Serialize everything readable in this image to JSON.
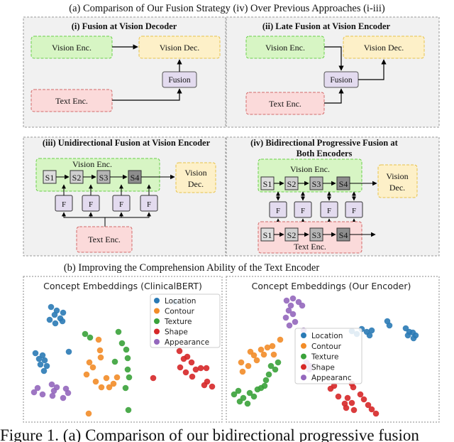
{
  "section_a": {
    "title": "(a) Comparison of Our Fusion Strategy (iv) Over Previous Approaches (i-iii)",
    "panel1": {
      "title": "(i) Fusion at Vision Decoder",
      "vision_enc": "Vision Enc.",
      "vision_dec": "Vision Dec.",
      "fusion": "Fusion",
      "text_enc": "Text Enc."
    },
    "panel2": {
      "title": "(ii) Late Fusion at Vision Encoder",
      "vision_enc": "Vision Enc.",
      "vision_dec": "Vision Dec.",
      "fusion": "Fusion",
      "text_enc": "Text Enc."
    },
    "panel3": {
      "title": "(iii) Unidirectional Fusion at Vision Encoder",
      "vision_enc": "Vision Enc.",
      "vision_dec_1": "Vision",
      "vision_dec_2": "Dec.",
      "stages": [
        "S1",
        "S2",
        "S3",
        "S4"
      ],
      "fusion_block": "F",
      "text_enc": "Text Enc."
    },
    "panel4": {
      "title_1": "(iv) Bidirectional Progressive Fusion at",
      "title_2": "Both Encoders",
      "vision_enc": "Vision Enc.",
      "vision_dec_1": "Vision",
      "vision_dec_2": "Dec.",
      "stages": [
        "S1",
        "S2",
        "S3",
        "S4"
      ],
      "fusion_block": "F",
      "text_enc": "Text Enc."
    }
  },
  "section_b": {
    "title": "(b) Improving the Comprehension Ability of the Text Encoder"
  },
  "colors": {
    "location": "#2a7ab5",
    "contour": "#f28c28",
    "texture": "#3aa23a",
    "shape": "#d62728",
    "appearance": "#9467bd"
  },
  "chart_data": [
    {
      "type": "scatter",
      "title": "Concept Embeddings (ClinicalBERT)",
      "legend": {
        "placement": "top-right",
        "entries": [
          "Location",
          "Contour",
          "Texture",
          "Shape",
          "Appearance"
        ]
      },
      "series": [
        {
          "name": "Location",
          "color": "#2a7ab5",
          "points": [
            [
              72,
              432
            ],
            [
              80,
              437
            ],
            [
              89,
              440
            ],
            [
              77,
              443
            ],
            [
              85,
              448
            ],
            [
              70,
              450
            ],
            [
              78,
              455
            ],
            [
              88,
              452
            ],
            [
              50,
              497
            ],
            [
              60,
              500
            ],
            [
              55,
              505
            ],
            [
              63,
              507
            ],
            [
              57,
              513
            ],
            [
              66,
              515
            ],
            [
              62,
              522
            ],
            [
              97,
              495
            ],
            [
              247,
              425
            ]
          ]
        },
        {
          "name": "Contour",
          "color": "#f28c28",
          "points": [
            [
              139,
              478
            ],
            [
              141,
              493
            ],
            [
              142,
              503
            ],
            [
              126,
              510
            ],
            [
              131,
              517
            ],
            [
              122,
              527
            ],
            [
              135,
              537
            ],
            [
              143,
              545
            ],
            [
              150,
              532
            ],
            [
              154,
              545
            ],
            [
              160,
              540
            ],
            [
              165,
              531
            ],
            [
              125,
              582
            ]
          ]
        },
        {
          "name": "Texture",
          "color": "#3aa23a",
          "points": [
            [
              120,
              470
            ],
            [
              127,
              475
            ],
            [
              167,
              467
            ],
            [
              172,
              483
            ],
            [
              178,
              492
            ],
            [
              180,
              504
            ],
            [
              162,
              509
            ],
            [
              180,
              520
            ],
            [
              182,
              531
            ],
            [
              177,
              546
            ],
            [
              181,
              577
            ]
          ]
        },
        {
          "name": "Shape",
          "color": "#d62728",
          "points": [
            [
              253,
              494
            ],
            [
              259,
              505
            ],
            [
              264,
              502
            ],
            [
              270,
              510
            ],
            [
              276,
              520
            ],
            [
              283,
              518
            ],
            [
              254,
              517
            ],
            [
              262,
              524
            ],
            [
              271,
              530
            ],
            [
              291,
              518
            ],
            [
              292,
              537
            ],
            [
              299,
              544
            ],
            [
              288,
              542
            ],
            [
              216,
              532
            ]
          ]
        },
        {
          "name": "Appearance",
          "color": "#9467bd",
          "points": [
            [
              48,
              552
            ],
            [
              53,
              546
            ],
            [
              60,
              555
            ],
            [
              73,
              541
            ],
            [
              76,
              550
            ],
            [
              80,
              545
            ],
            [
              93,
              547
            ],
            [
              96,
              553
            ],
            [
              89,
              560
            ],
            [
              74,
              557
            ]
          ]
        }
      ]
    },
    {
      "type": "scatter",
      "title": "Concept Embeddings (Our Encoder)",
      "legend": {
        "placement": "center-right",
        "entries": [
          "Location",
          "Contour",
          "Texture",
          "Shape",
          "Appearanc"
        ]
      },
      "series": [
        {
          "name": "Location",
          "color": "#2a7ab5",
          "points": [
            [
              496,
              466
            ],
            [
              503,
              470
            ],
            [
              510,
              463
            ],
            [
              517,
              467
            ],
            [
              521,
              472
            ],
            [
              524,
              465
            ],
            [
              546,
              452
            ],
            [
              549,
              458
            ],
            [
              572,
              462
            ],
            [
              577,
              467
            ],
            [
              582,
              468
            ],
            [
              586,
              472
            ],
            [
              575,
              472
            ],
            [
              583,
              476
            ]
          ]
        },
        {
          "name": "Contour",
          "color": "#f28c28",
          "points": [
            [
              353,
              495
            ],
            [
              358,
              500
            ],
            [
              362,
              507
            ],
            [
              368,
              492
            ],
            [
              372,
              499
            ],
            [
              377,
              489
            ],
            [
              384,
              487
            ],
            [
              386,
              499
            ],
            [
              395,
              478
            ],
            [
              340,
              510
            ],
            [
              350,
              515
            ],
            [
              342,
              523
            ]
          ]
        },
        {
          "name": "Texture",
          "color": "#3aa23a",
          "points": [
            [
              330,
              555
            ],
            [
              336,
              550
            ],
            [
              338,
              565
            ],
            [
              343,
              560
            ],
            [
              349,
              568
            ],
            [
              352,
              553
            ],
            [
              358,
              558
            ],
            [
              363,
              548
            ],
            [
              368,
              546
            ],
            [
              373,
              543
            ],
            [
              375,
              535
            ],
            [
              379,
              527
            ],
            [
              382,
              515
            ],
            [
              388,
              520
            ],
            [
              392,
              510
            ]
          ]
        },
        {
          "name": "Shape",
          "color": "#d62728",
          "points": [
            [
              466,
              547
            ],
            [
              471,
              543
            ],
            [
              477,
              558
            ],
            [
              486,
              568
            ],
            [
              490,
              560
            ],
            [
              488,
              574
            ],
            [
              496,
              567
            ],
            [
              499,
              577
            ],
            [
              508,
              555
            ],
            [
              513,
              562
            ],
            [
              519,
              570
            ],
            [
              524,
              576
            ],
            [
              530,
              582
            ],
            [
              498,
              545
            ],
            [
              496,
              540
            ]
          ]
        },
        {
          "name": "Appearance",
          "color": "#9467bd",
          "points": [
            [
              404,
              423
            ],
            [
              410,
              430
            ],
            [
              413,
              420
            ],
            [
              421,
              425
            ],
            [
              426,
              430
            ],
            [
              407,
              437
            ],
            [
              413,
              442
            ],
            [
              403,
              447
            ],
            [
              416,
              453
            ],
            [
              408,
              458
            ],
            [
              428,
              465
            ],
            [
              432,
              510
            ],
            [
              436,
              520
            ],
            [
              437,
              515
            ]
          ]
        }
      ]
    }
  ],
  "caption": "Figure 1. (a) Comparison of our bidirectional progressive fusion"
}
